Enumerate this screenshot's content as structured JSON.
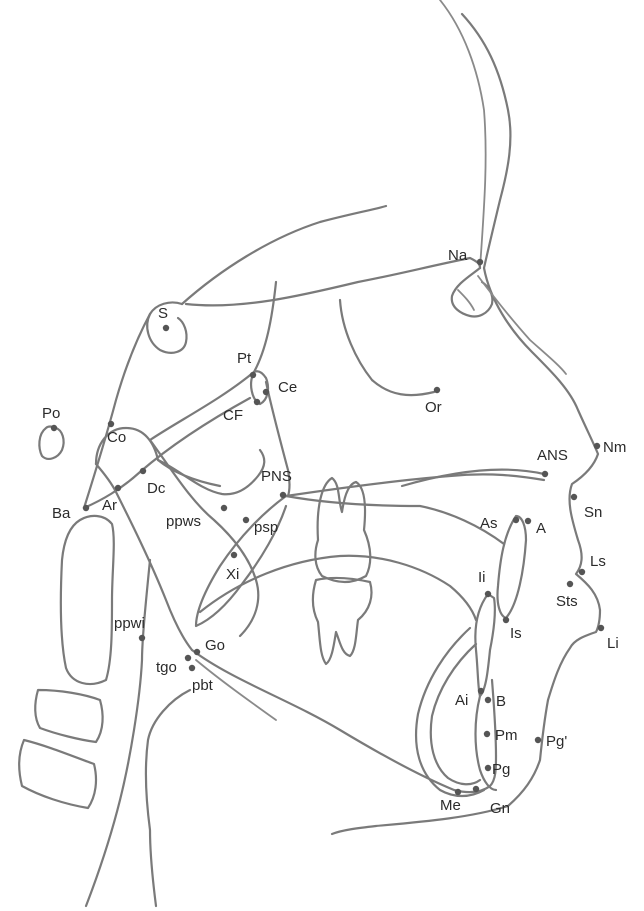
{
  "landmarks": [
    {
      "id": "na",
      "label": "Na"
    },
    {
      "id": "s",
      "label": "S"
    },
    {
      "id": "pt",
      "label": "Pt"
    },
    {
      "id": "ce",
      "label": "Ce"
    },
    {
      "id": "cf",
      "label": "CF"
    },
    {
      "id": "or",
      "label": "Or"
    },
    {
      "id": "po",
      "label": "Po"
    },
    {
      "id": "co",
      "label": "Co"
    },
    {
      "id": "nm",
      "label": "Nm"
    },
    {
      "id": "ans",
      "label": "ANS"
    },
    {
      "id": "sn",
      "label": "Sn"
    },
    {
      "id": "pns",
      "label": "PNS"
    },
    {
      "id": "dc",
      "label": "Dc"
    },
    {
      "id": "ar",
      "label": "Ar"
    },
    {
      "id": "ba",
      "label": "Ba"
    },
    {
      "id": "ppws",
      "label": "ppws"
    },
    {
      "id": "psp",
      "label": "psp"
    },
    {
      "id": "as",
      "label": "As"
    },
    {
      "id": "a",
      "label": "A"
    },
    {
      "id": "xi",
      "label": "Xi"
    },
    {
      "id": "ls",
      "label": "Ls"
    },
    {
      "id": "sts",
      "label": "Sts"
    },
    {
      "id": "ii",
      "label": "Ii"
    },
    {
      "id": "is",
      "label": "Is"
    },
    {
      "id": "li",
      "label": "Li"
    },
    {
      "id": "ppwi",
      "label": "ppwi"
    },
    {
      "id": "go",
      "label": "Go"
    },
    {
      "id": "tgo",
      "label": "tgo"
    },
    {
      "id": "pbt",
      "label": "pbt"
    },
    {
      "id": "ai",
      "label": "Ai"
    },
    {
      "id": "b",
      "label": "B"
    },
    {
      "id": "pm",
      "label": "Pm"
    },
    {
      "id": "pgs",
      "label": "Pg'"
    },
    {
      "id": "pg",
      "label": "Pg"
    },
    {
      "id": "me",
      "label": "Me"
    },
    {
      "id": "gn",
      "label": "Gn"
    }
  ]
}
